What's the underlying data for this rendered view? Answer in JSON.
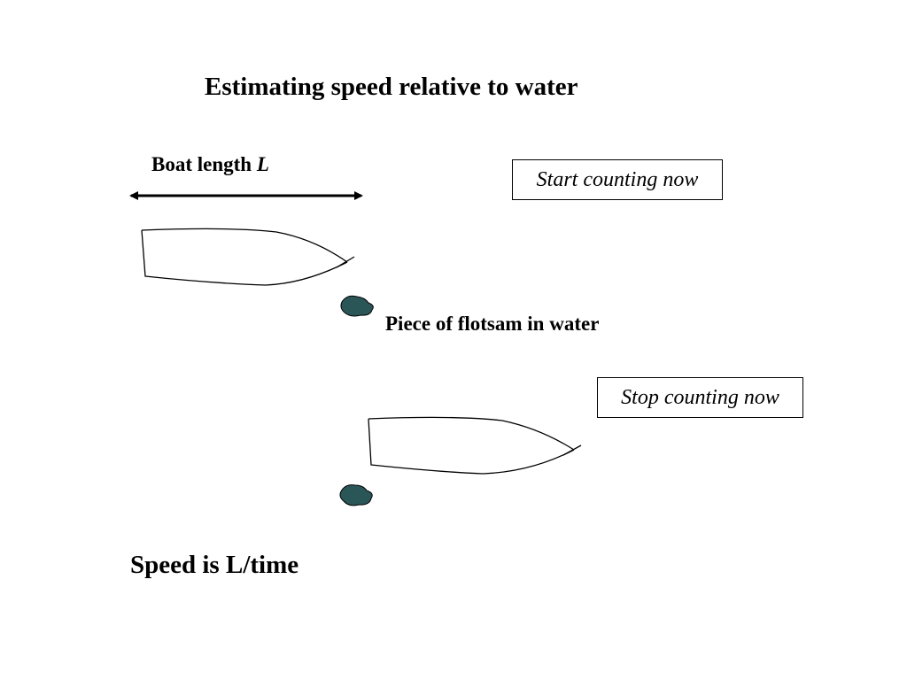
{
  "title": "Estimating speed relative to water",
  "boat_length": {
    "label": "Boat length ",
    "variable": "L"
  },
  "callouts": {
    "start": "Start counting now",
    "stop": "Stop counting now"
  },
  "flotsam_label": "Piece of flotsam in water",
  "conclusion": "Speed is L/time",
  "colors": {
    "flotsam_fill": "#2a5658",
    "stroke": "#000000"
  }
}
